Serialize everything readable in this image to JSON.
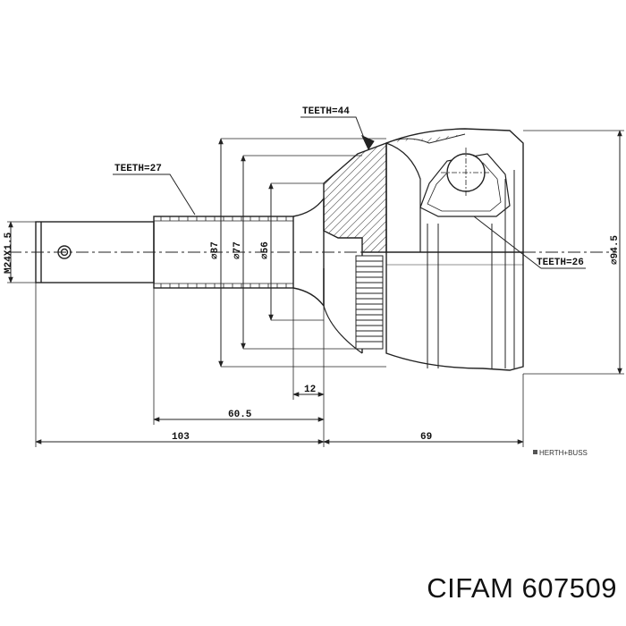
{
  "drawing": {
    "labels": {
      "teeth_44": "TEETH=44",
      "teeth_27": "TEETH=27",
      "teeth_26": "TEETH=26",
      "thread": "M24X1.5",
      "d87": "⌀87",
      "d77": "⌀77",
      "d56": "⌀56",
      "d94_5": "⌀94.5",
      "dim_12": "12",
      "dim_60_5": "60.5",
      "dim_103": "103",
      "dim_69": "69",
      "watermark": "HERTH+BUSS"
    }
  },
  "caption": "CIFAM 607509"
}
